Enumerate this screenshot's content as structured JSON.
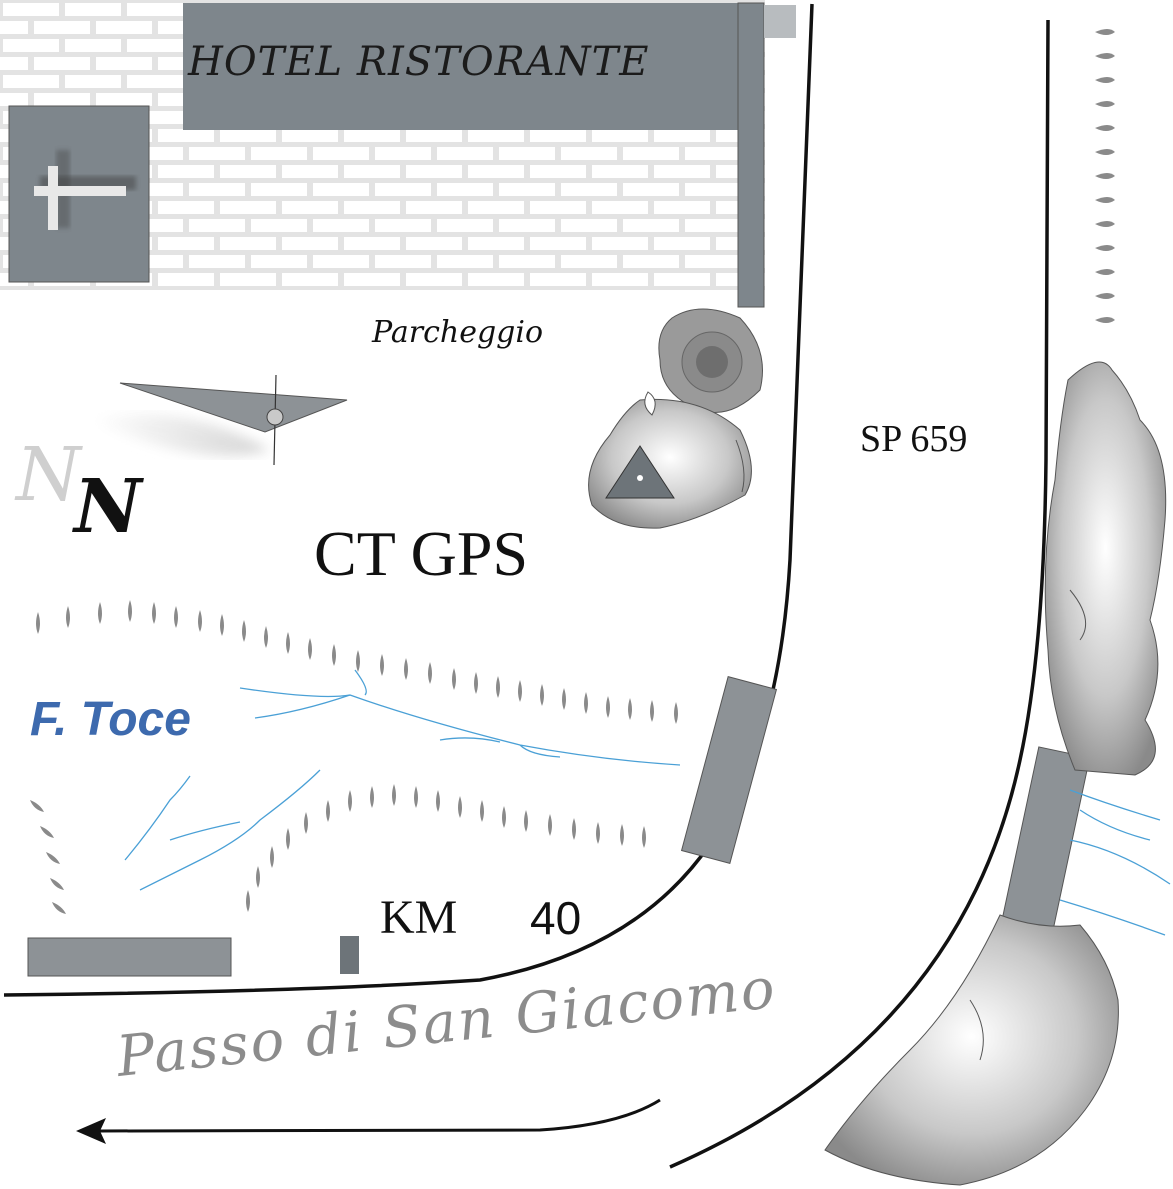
{
  "labels": {
    "hotel": "HOTEL RISTORANTE",
    "parking": "Parcheggio",
    "road": "SP 659",
    "site": "CT GPS",
    "north": "N",
    "river": "F. Toce",
    "km_label": "KM",
    "km_value": "40",
    "pass": "Passo di San Giacomo"
  },
  "icons": [
    "church-cross-icon",
    "compass-north-icon",
    "gps-triangle-icon",
    "rock-boulder-icon",
    "direction-arrow-icon"
  ],
  "colors": {
    "building_gray": "#7e868c",
    "wall_brick": "#f2f2f2",
    "river_blue": "#4aa0d6",
    "river_label": "#3d6aae",
    "road_line": "#111111",
    "pass_text": "#8c8c8c"
  }
}
